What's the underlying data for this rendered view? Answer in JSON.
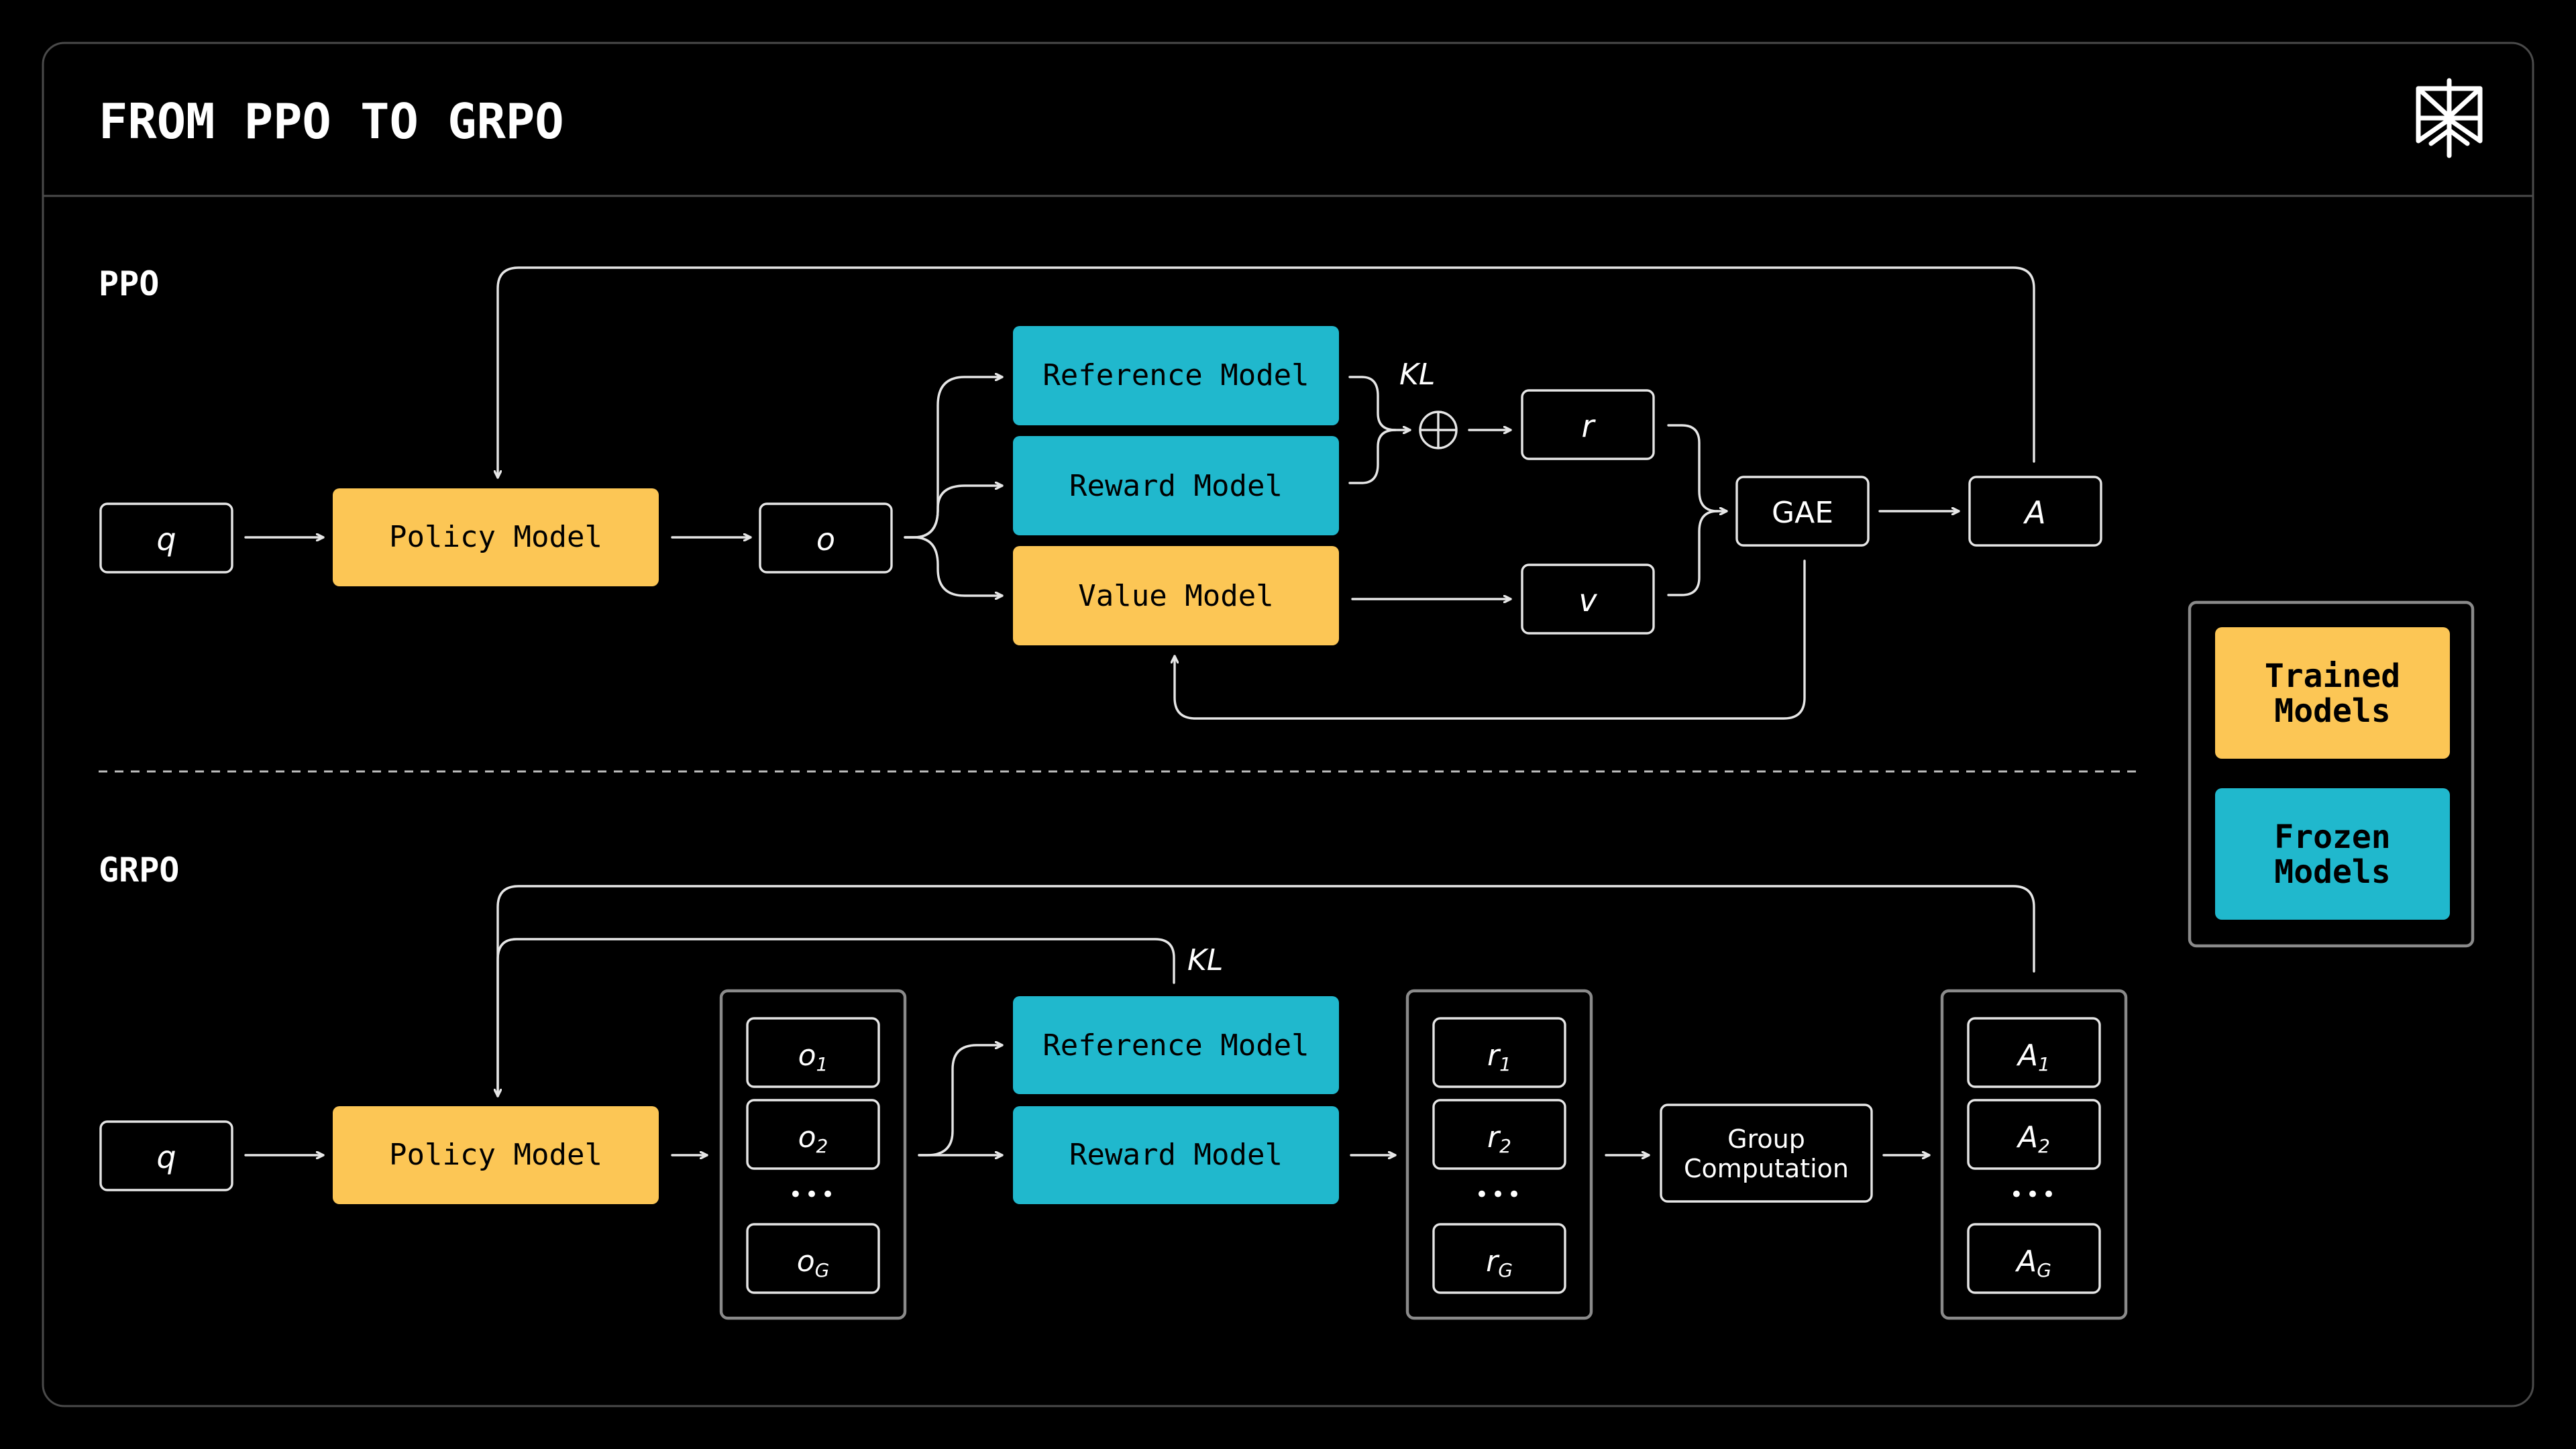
{
  "title": "FROM PPO TO GRPO",
  "colors": {
    "trained": "#FCC655",
    "frozen": "#20B8CD",
    "background": "#000000",
    "line": "#e6e6e6"
  },
  "logo": {
    "icon": "perplexity-logo-icon"
  },
  "ppo": {
    "label": "PPO",
    "q": "q",
    "policy_model": "Policy Model",
    "o": "o",
    "reference_model": "Reference Model",
    "reward_model": "Reward Model",
    "value_model": "Value Model",
    "kl": "KL",
    "r": "r",
    "v": "v",
    "gae": "GAE",
    "a": "A"
  },
  "grpo": {
    "label": "GRPO",
    "q": "q",
    "policy_model": "Policy Model",
    "kl": "KL",
    "reference_model": "Reference Model",
    "reward_model": "Reward Model",
    "outputs": {
      "first_base": "o",
      "first_sub": "1",
      "second_base": "o",
      "second_sub": "2",
      "last_base": "o",
      "last_sub": "G"
    },
    "rewards": {
      "first_base": "r",
      "first_sub": "1",
      "second_base": "r",
      "second_sub": "2",
      "last_base": "r",
      "last_sub": "G"
    },
    "advantages": {
      "first_base": "A",
      "first_sub": "1",
      "second_base": "A",
      "second_sub": "2",
      "last_base": "A",
      "last_sub": "G"
    },
    "ellipsis": "•••",
    "group_computation_line1": "Group",
    "group_computation_line2": "Computation"
  },
  "legend": {
    "trained_line1": "Trained",
    "trained_line2": "Models",
    "frozen_line1": "Frozen",
    "frozen_line2": "Models"
  }
}
